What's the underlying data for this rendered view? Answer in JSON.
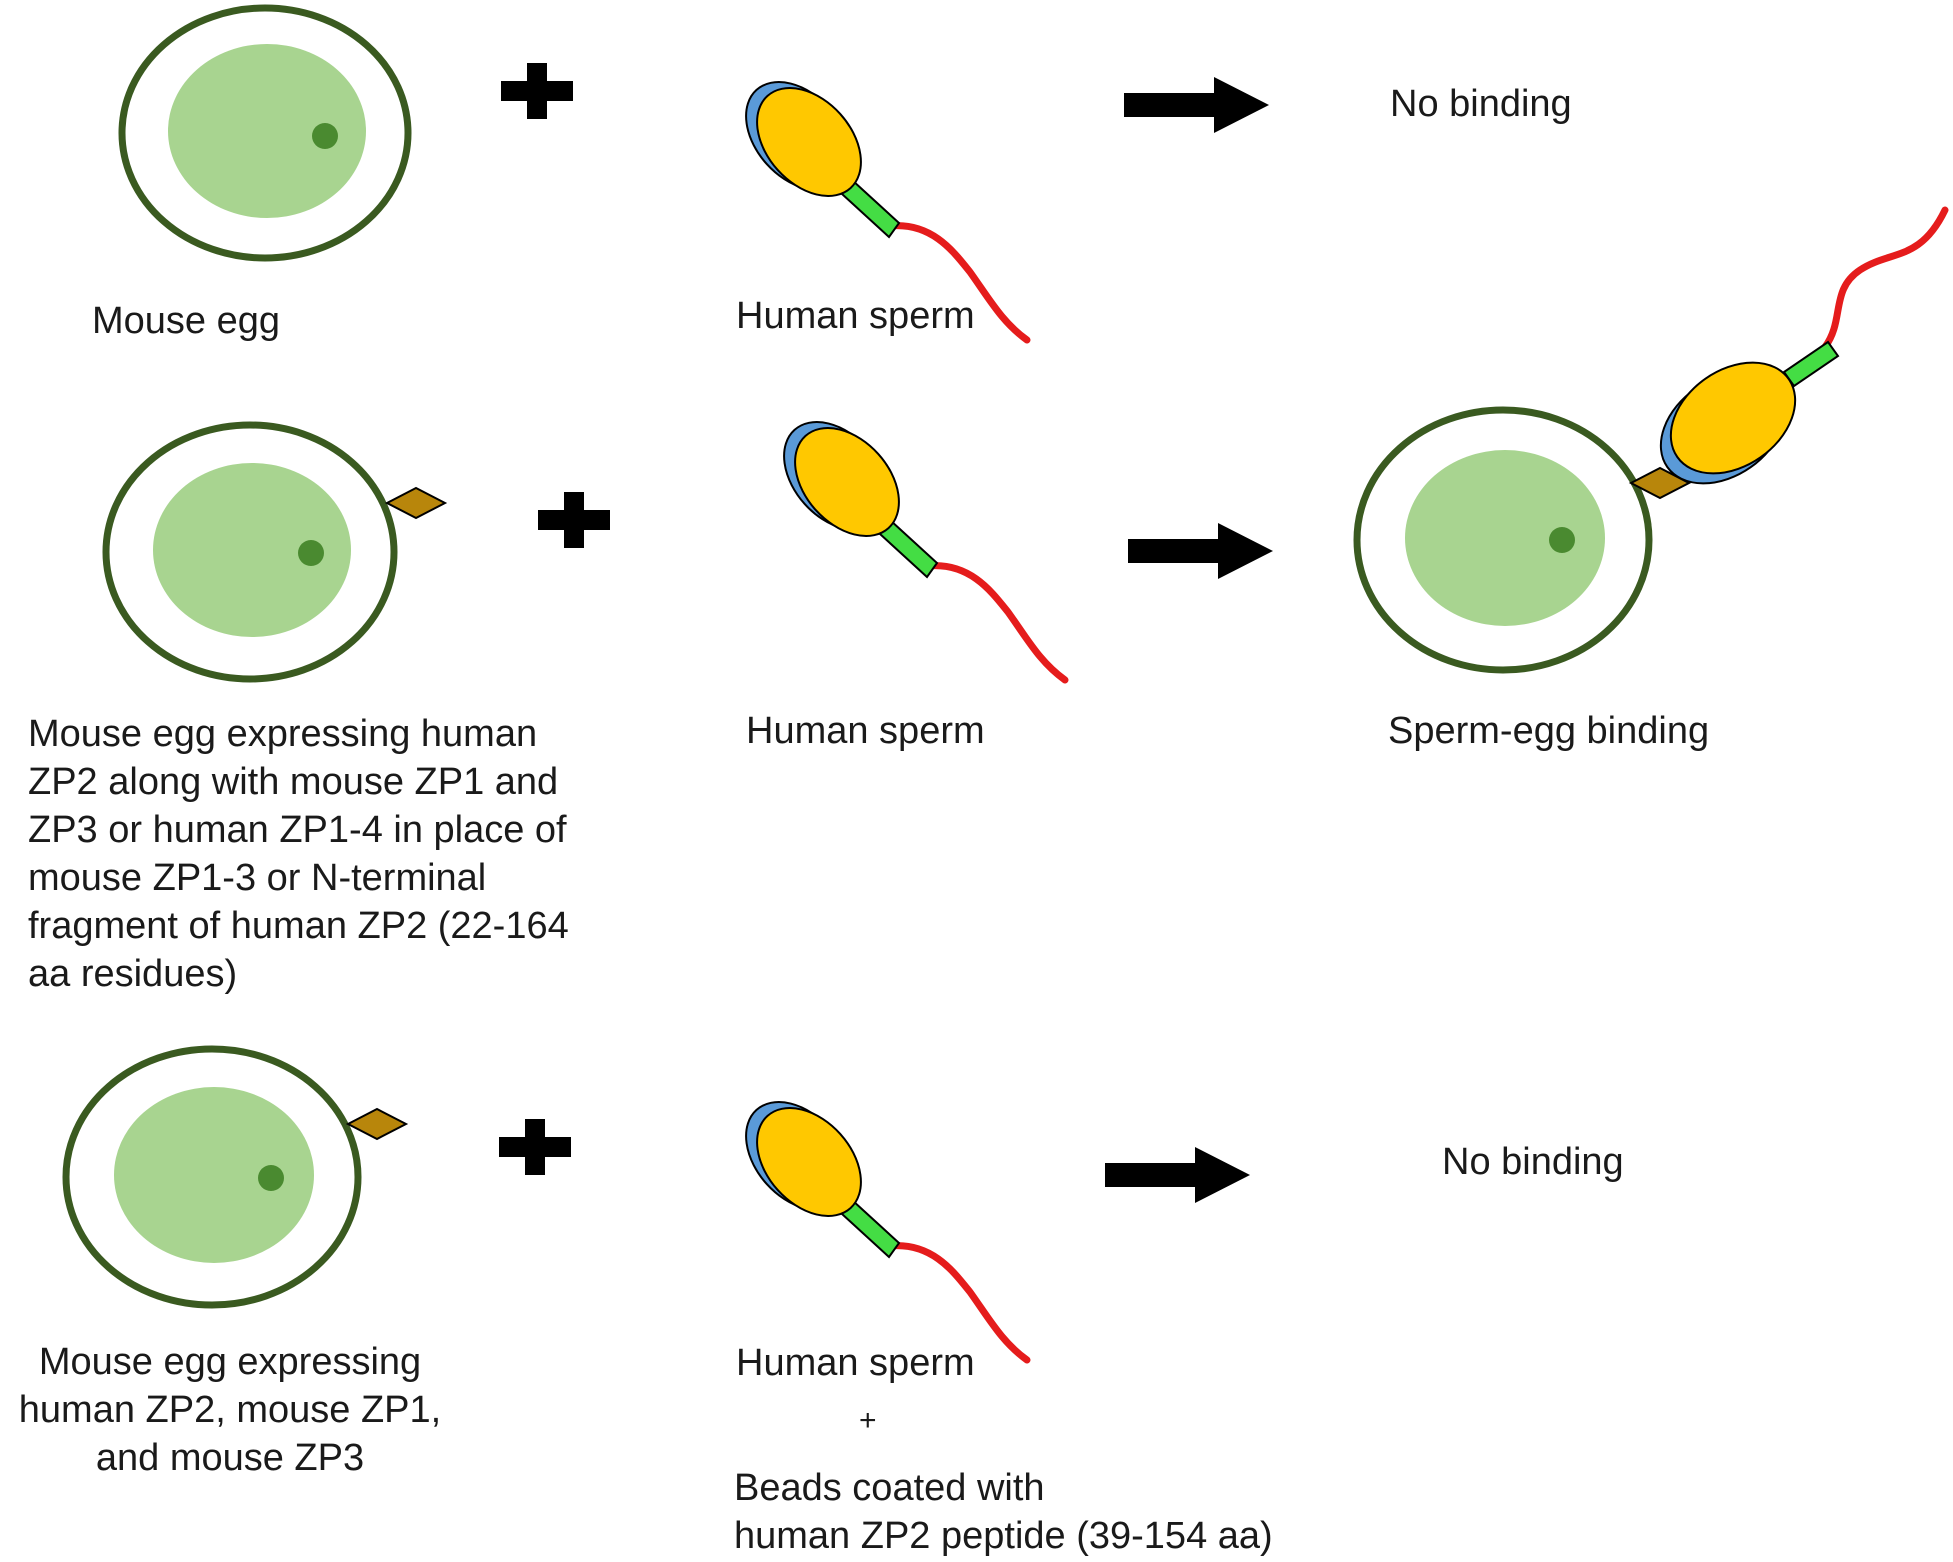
{
  "colors": {
    "egg_membrane": "#3a5a20",
    "egg_cytoplasm": "#a8d490",
    "egg_nucleus": "#4a8a30",
    "zp2_tag": "#b8860b",
    "sperm_head": "#ffc800",
    "sperm_acrosome": "#5a9ad8",
    "sperm_midpiece": "#44dd44",
    "sperm_tail": "#e51c1c",
    "symbol": "#000000"
  },
  "rows": [
    {
      "egg_label": "Mouse egg",
      "sperm_label": "Human sperm",
      "result_label": "No binding"
    },
    {
      "egg_label": "Mouse egg expressing human\nZP2 along with mouse ZP1 and\nZP3 or human  ZP1-4 in place of\nmouse ZP1-3 or N-terminal\nfragment of human ZP2 (22-164\naa residues)",
      "sperm_label": "Human sperm",
      "result_label": "Sperm-egg binding"
    },
    {
      "egg_label": "Mouse egg expressing\nhuman ZP2, mouse ZP1,\nand mouse ZP3",
      "sperm_label": "Human sperm",
      "sperm_plus": "+",
      "beads_label": "Beads coated with\nhuman ZP2 peptide (39-154 aa)",
      "result_label": "No binding"
    }
  ]
}
